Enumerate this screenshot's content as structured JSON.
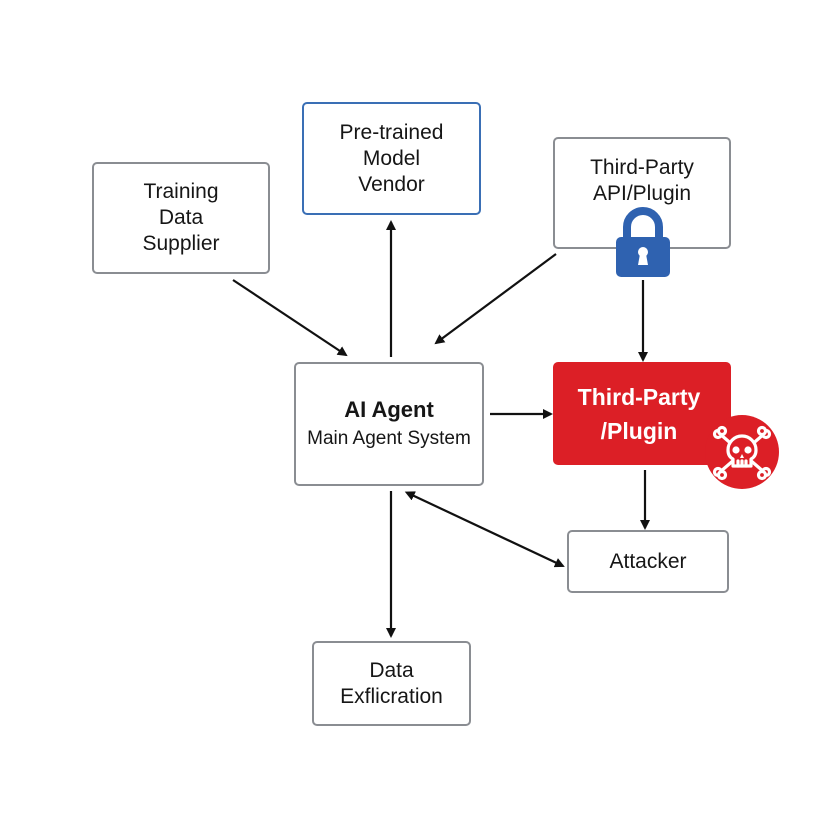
{
  "diagram": {
    "nodes": {
      "pretrained": {
        "lines": [
          "Pre-trained",
          "Model",
          "Vendor"
        ]
      },
      "training": {
        "lines": [
          "Training",
          "Data",
          "Supplier"
        ]
      },
      "thirdparty_api": {
        "lines": [
          "Third-Party",
          "API/Plugin"
        ]
      },
      "agent": {
        "title": "AI Agent",
        "subtitle": "Main Agent System"
      },
      "malicious_plugin": {
        "lines": [
          "Third-Party",
          "/Plugin"
        ]
      },
      "attacker": {
        "lines": [
          "Attacker"
        ]
      },
      "exfil": {
        "lines": [
          "Data",
          "Exflicration"
        ]
      }
    },
    "icons": {
      "lock": "lock-icon",
      "skull": "skull-crossbones-icon"
    },
    "edges": [
      {
        "from": "agent",
        "to": "pretrained",
        "direction": "forward"
      },
      {
        "from": "training",
        "to": "agent",
        "direction": "forward"
      },
      {
        "from": "thirdparty_api",
        "to": "agent",
        "direction": "forward"
      },
      {
        "from": "thirdparty_api",
        "to": "malicious_plugin",
        "direction": "forward"
      },
      {
        "from": "agent",
        "to": "malicious_plugin",
        "direction": "forward"
      },
      {
        "from": "malicious_plugin",
        "to": "attacker",
        "direction": "forward"
      },
      {
        "from": "agent",
        "to": "attacker",
        "direction": "bidirectional"
      },
      {
        "from": "agent",
        "to": "exfil",
        "direction": "forward"
      }
    ],
    "colors": {
      "node_border": "#8a8d92",
      "highlight_border": "#3a6fb5",
      "danger": "#dc1f26",
      "lock": "#2f62b0",
      "arrow": "#111111"
    }
  }
}
